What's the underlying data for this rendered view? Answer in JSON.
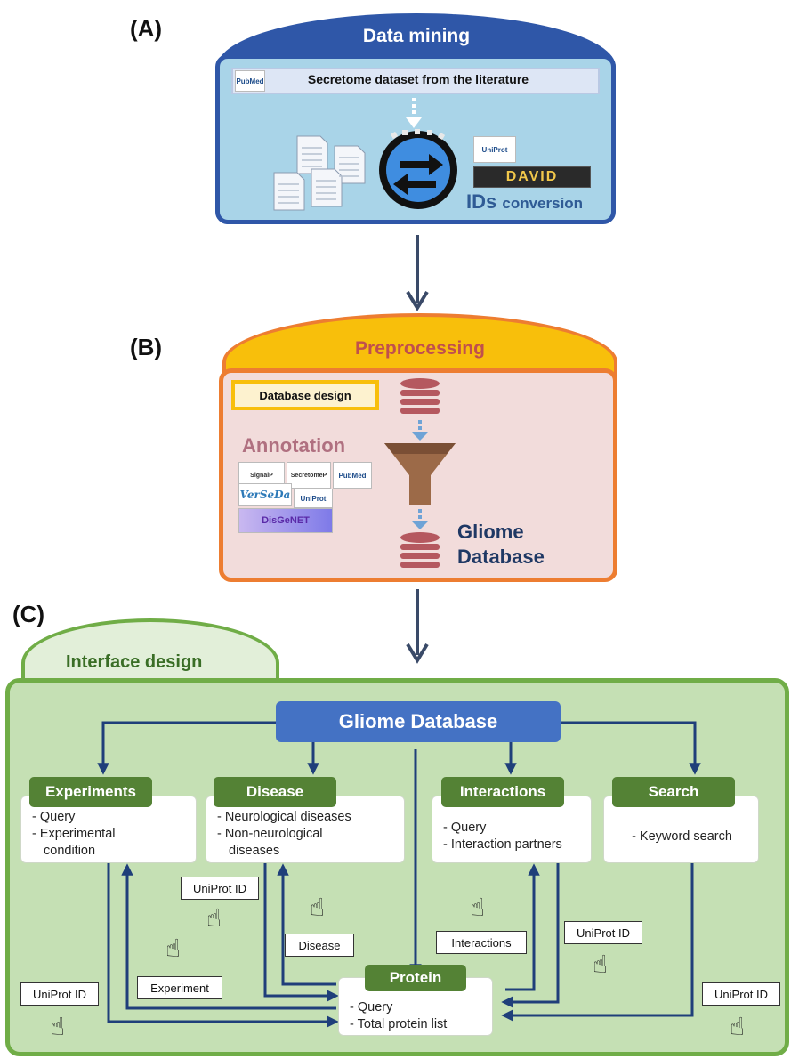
{
  "panels": {
    "a": {
      "label": "(A)",
      "title": "Data mining",
      "dataset_bar": "Secretome dataset from the literature",
      "logos": {
        "pubmed": "PubMed",
        "uniprot": "UniProt",
        "david": "DAVID"
      },
      "ids_big": "IDs",
      "ids_small": "conversion"
    },
    "b": {
      "label": "(B)",
      "title": "Preprocessing",
      "database_design": "Database design",
      "annotation": "Annotation",
      "logos": {
        "signalp": "SignalP",
        "secretomep": "SecretomeP",
        "pubmed": "PubMed",
        "verseda": "VerSeDa",
        "uniprot": "UniProt",
        "disgenet": "DisGeNET"
      },
      "gliome_line1": "Gliome",
      "gliome_line2": "Database"
    },
    "c": {
      "label": "(C)",
      "title": "Interface design",
      "gliome": "Gliome Database",
      "experiments": {
        "title": "Experiments",
        "items": [
          "- Query",
          "- Experimental",
          "condition"
        ]
      },
      "disease": {
        "title": "Disease",
        "items": [
          "- Neurological diseases",
          "- Non-neurological",
          "diseases"
        ]
      },
      "interactions": {
        "title": "Interactions",
        "items": [
          "- Query",
          "- Interaction partners"
        ]
      },
      "search": {
        "title": "Search",
        "items": [
          "- Keyword search"
        ]
      },
      "protein": {
        "title": "Protein",
        "items": [
          "- Query",
          "- Total protein list"
        ]
      },
      "tags": {
        "uniprot_id": "UniProt ID",
        "disease": "Disease",
        "experiment": "Experiment",
        "interactions": "Interactions"
      }
    }
  },
  "colors": {
    "a_dark": "#2f57a8",
    "a_fill": "#a9d4e8",
    "b_orange": "#ed7d31",
    "b_yellow": "#f8bf0b",
    "b_fill": "#f2dcdb",
    "c_green": "#70ad47",
    "c_fill": "#c5e0b4",
    "c_head": "#548235",
    "arrow": "#1f3f7a",
    "gliome_blue": "#4472c4"
  }
}
